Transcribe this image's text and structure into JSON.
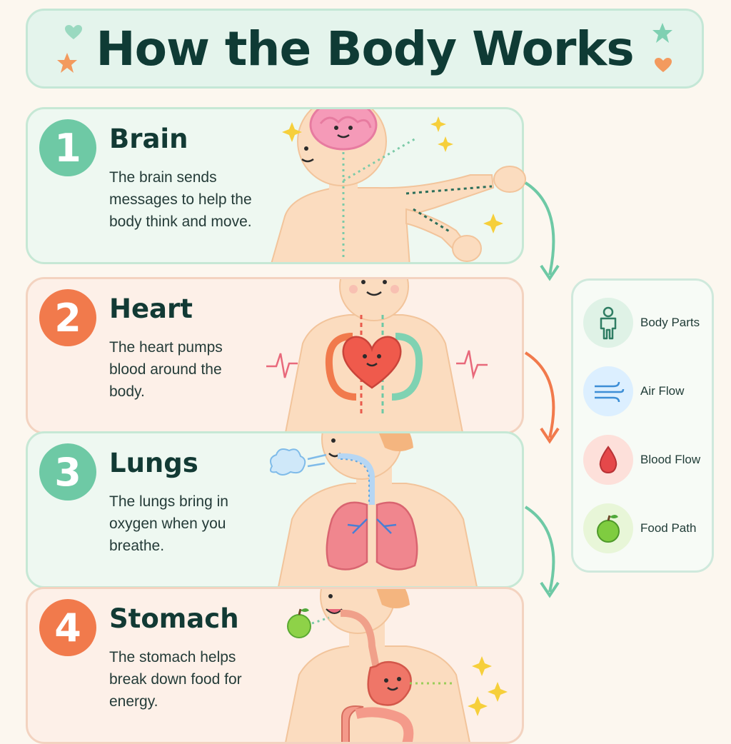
{
  "header": {
    "title": "How the Body Works"
  },
  "steps": [
    {
      "number": "1",
      "title": "Brain",
      "text": "The brain sends messages to help the body think and move."
    },
    {
      "number": "2",
      "title": "Heart",
      "text": "The heart pumps blood around the body."
    },
    {
      "number": "3",
      "title": "Lungs",
      "text": "The lungs bring in oxygen when you breathe."
    },
    {
      "number": "4",
      "title": "Stomach",
      "text": "The stomach helps break down food for energy."
    }
  ],
  "legend": {
    "items": [
      {
        "label": "Body Parts",
        "icon": "person-outline-icon"
      },
      {
        "label": "Air Flow",
        "icon": "wind-icon"
      },
      {
        "label": "Blood Flow",
        "icon": "blood-drop-icon"
      },
      {
        "label": "Food Path",
        "icon": "apple-icon"
      }
    ]
  },
  "colors": {
    "green_accent": "#6ec9a5",
    "orange_accent": "#f17a4c",
    "title_text": "#0f3b35",
    "skin": "#fbdcbf"
  }
}
